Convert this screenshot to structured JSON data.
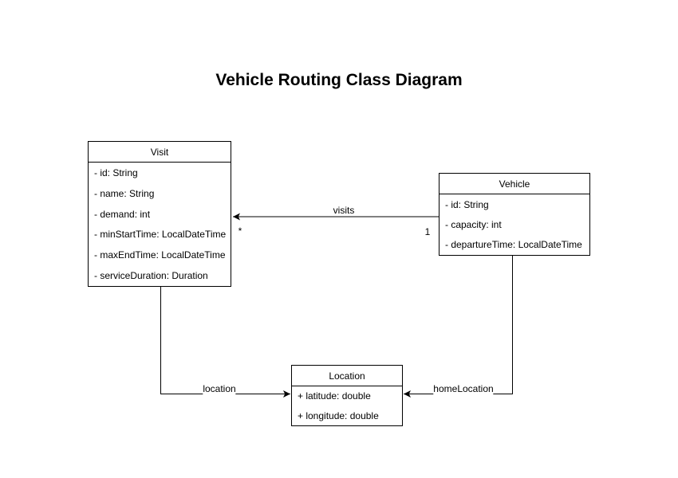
{
  "title": "Vehicle Routing Class Diagram",
  "classes": [
    {
      "name": "Visit",
      "attributes": [
        "- id: String",
        "- name: String",
        "- demand: int",
        "- minStartTime: LocalDateTime",
        "- maxEndTime: LocalDateTime",
        "- serviceDuration: Duration"
      ]
    },
    {
      "name": "Vehicle",
      "attributes": [
        "- id: String",
        "- capacity: int",
        "- departureTime: LocalDateTime"
      ]
    },
    {
      "name": "Location",
      "attributes": [
        "+ latitude: double",
        "+ longitude: double"
      ]
    }
  ],
  "relationships": [
    {
      "label": "visits",
      "from": "Vehicle",
      "to": "Visit",
      "source_multiplicity": "1",
      "target_multiplicity": "*"
    },
    {
      "label": "location",
      "from": "Visit",
      "to": "Location"
    },
    {
      "label": "homeLocation",
      "from": "Vehicle",
      "to": "Location"
    }
  ],
  "colors": {
    "stroke": "#000000",
    "text": "#000000",
    "background": "#ffffff"
  }
}
